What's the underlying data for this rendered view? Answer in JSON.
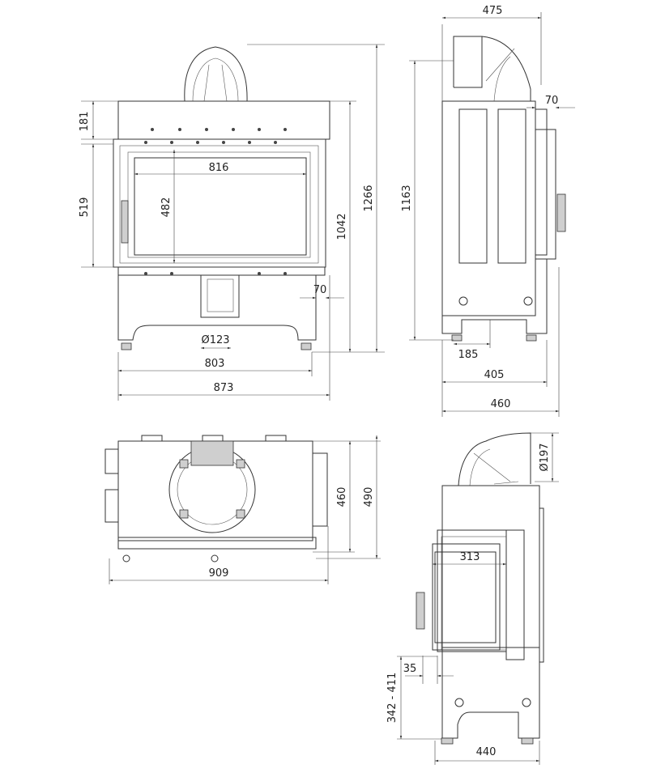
{
  "title": "Fireplace insert technical drawing",
  "front_view": {
    "dim_top_section": "181",
    "dim_glass_height_outer": "519",
    "dim_glass_width": "816",
    "dim_glass_height": "482",
    "dim_body_height": "1042",
    "dim_total_height": "1266",
    "dim_side_offset": "70",
    "dim_flue_diameter": "Ø123",
    "dim_leg_span": "803",
    "dim_total_width": "873"
  },
  "side_view": {
    "dim_total_depth": "475",
    "dim_rear_offset": "70",
    "dim_height": "1163",
    "dim_leg_offset": "185",
    "dim_leg_span": "405",
    "dim_depth": "460"
  },
  "top_view": {
    "dim_depth": "460",
    "dim_total_depth": "490",
    "dim_total_width": "909"
  },
  "corner_view": {
    "dim_flue_diameter": "Ø197",
    "dim_glass_width": "313",
    "dim_frame_offset": "35",
    "dim_base_height": "342 - 411",
    "dim_width": "440"
  }
}
